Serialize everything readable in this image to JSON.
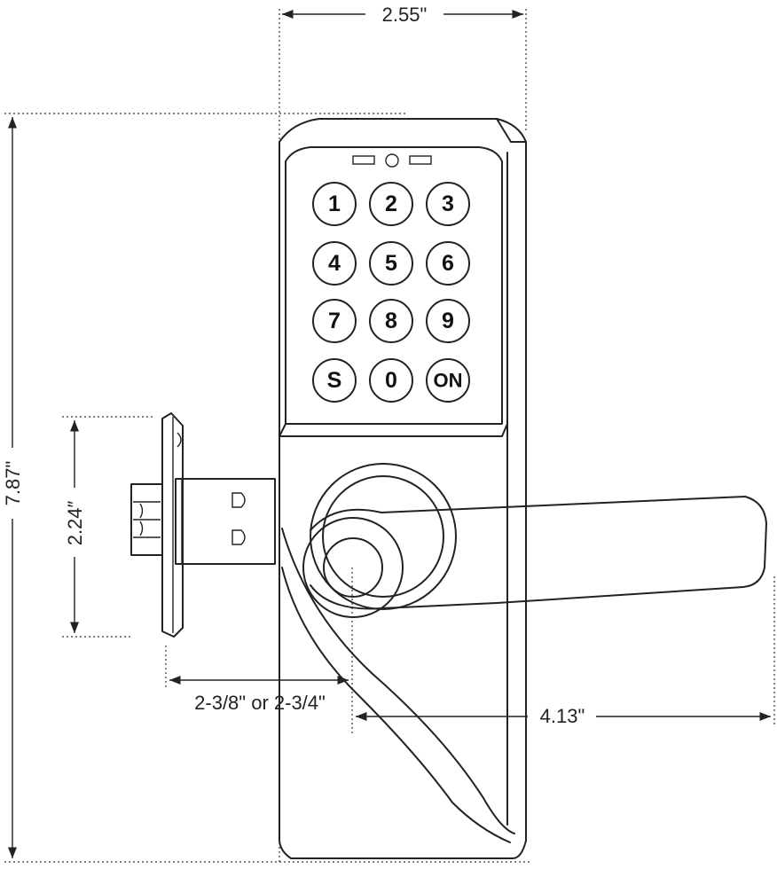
{
  "dimensions": {
    "top_width": "2.55\"",
    "overall_height": "7.87\"",
    "latch_height": "2.24″",
    "backset": "2-3/8\" or 2-3/4\"",
    "lever_length": "4.13\""
  },
  "keypad": {
    "keys": [
      "1",
      "2",
      "3",
      "4",
      "5",
      "6",
      "7",
      "8",
      "9",
      "S",
      "0",
      "ON"
    ]
  },
  "colors": {
    "line": "#222222",
    "background": "#ffffff"
  }
}
